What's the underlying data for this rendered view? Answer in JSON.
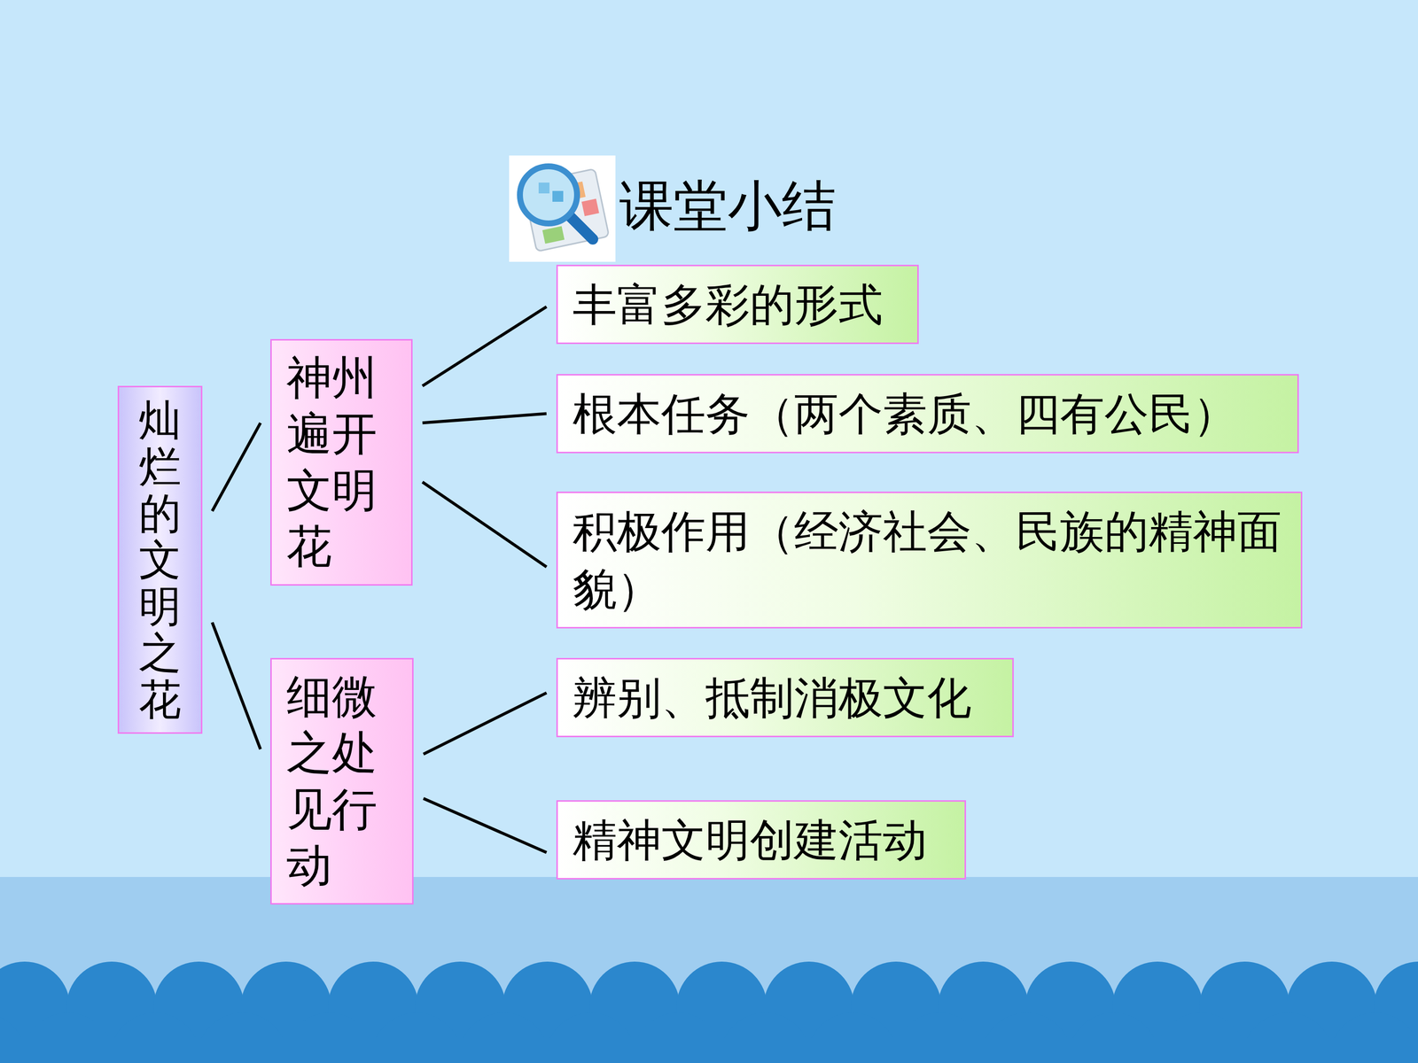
{
  "diagram": {
    "title": "课堂小结",
    "nodes": [
      {
        "text": [
          "灿烂的文明之花"
        ]
      },
      {
        "text": [
          "神州遍开文明花"
        ]
      },
      {
        "text": [
          "细微之处见行动"
        ]
      },
      {
        "text": [
          "丰富多彩的形式"
        ]
      },
      {
        "text": [
          "根本任务（两个素质、四有公民）"
        ]
      },
      {
        "text": [
          "积极作用（经济社会、民族的精神面貌）"
        ]
      },
      {
        "text": [
          "辨别、抵制消极文化"
        ]
      },
      {
        "text": [
          "精神文明创建活动"
        ]
      }
    ],
    "edges": [
      {
        "from": 0,
        "to": 1,
        "arrow": "none"
      },
      {
        "from": 0,
        "to": 2,
        "arrow": "none"
      },
      {
        "from": 1,
        "to": 3,
        "arrow": "none"
      },
      {
        "from": 1,
        "to": 4,
        "arrow": "none"
      },
      {
        "from": 1,
        "to": 5,
        "arrow": "none"
      },
      {
        "from": 2,
        "to": 6,
        "arrow": "none"
      },
      {
        "from": 2,
        "to": 7,
        "arrow": "none"
      }
    ]
  }
}
